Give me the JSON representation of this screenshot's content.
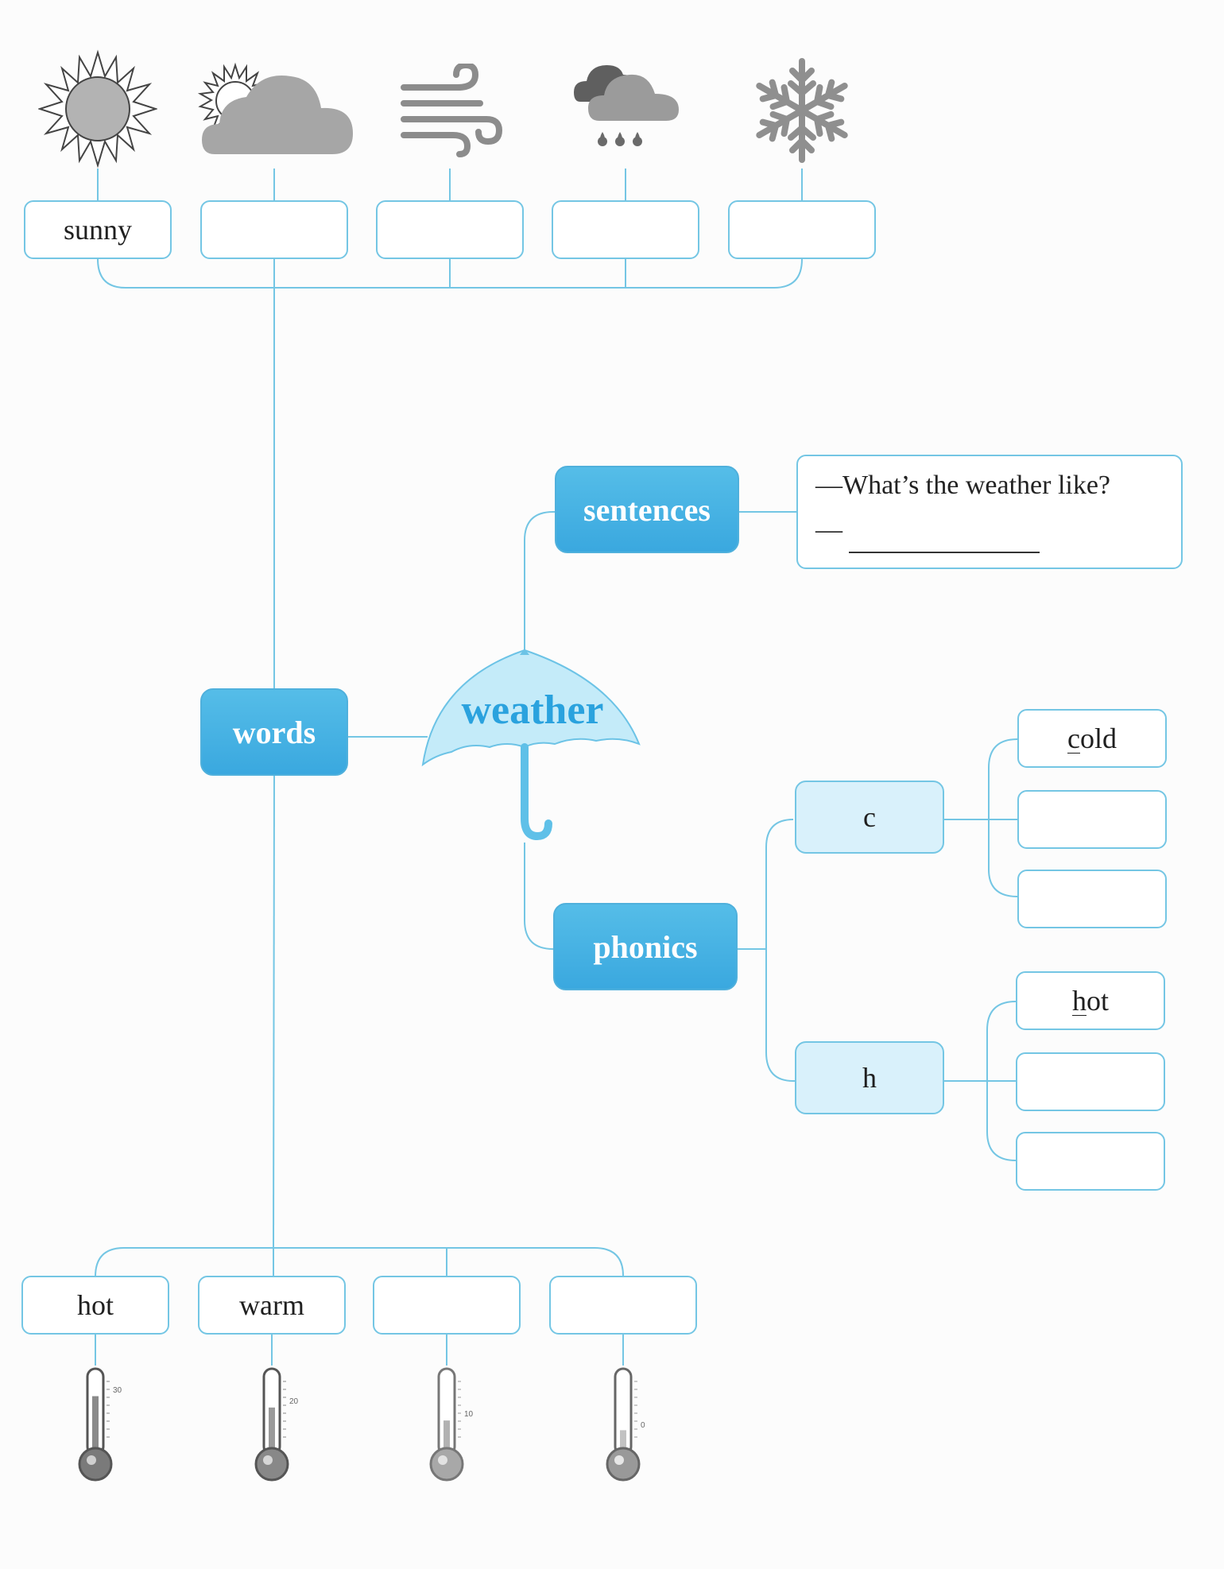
{
  "weather_icons": [
    {
      "icon": "sun-icon",
      "label": "sunny"
    },
    {
      "icon": "partly-cloudy-icon",
      "label": ""
    },
    {
      "icon": "wind-icon",
      "label": ""
    },
    {
      "icon": "rain-cloud-icon",
      "label": ""
    },
    {
      "icon": "snowflake-icon",
      "label": ""
    }
  ],
  "center": {
    "label": "weather",
    "icon": "umbrella-icon"
  },
  "branches": {
    "words": "words",
    "sentences": "sentences",
    "phonics": "phonics"
  },
  "sentences": {
    "question": "—What’s the weather like?",
    "answer_prefix": "—",
    "answer": ""
  },
  "phonics": {
    "c": {
      "letter": "c",
      "words": [
        {
          "first": "c",
          "rest": "old"
        },
        {
          "first": "",
          "rest": ""
        },
        {
          "first": "",
          "rest": ""
        }
      ]
    },
    "h": {
      "letter": "h",
      "words": [
        {
          "first": "h",
          "rest": "ot"
        },
        {
          "first": "",
          "rest": ""
        },
        {
          "first": "",
          "rest": ""
        }
      ]
    }
  },
  "temperatures": [
    {
      "label": "hot",
      "reading": "30",
      "level": 0.72
    },
    {
      "label": "warm",
      "reading": "20",
      "level": 0.58
    },
    {
      "label": "",
      "reading": "10",
      "level": 0.42
    },
    {
      "label": "",
      "reading": "0",
      "level": 0.3
    }
  ],
  "colors": {
    "line": "#74c6e4",
    "node": "#3aa8df",
    "sub": "#d9f1fb",
    "icon": "#9a9a9a",
    "umbrella": "#bfe8f8"
  }
}
